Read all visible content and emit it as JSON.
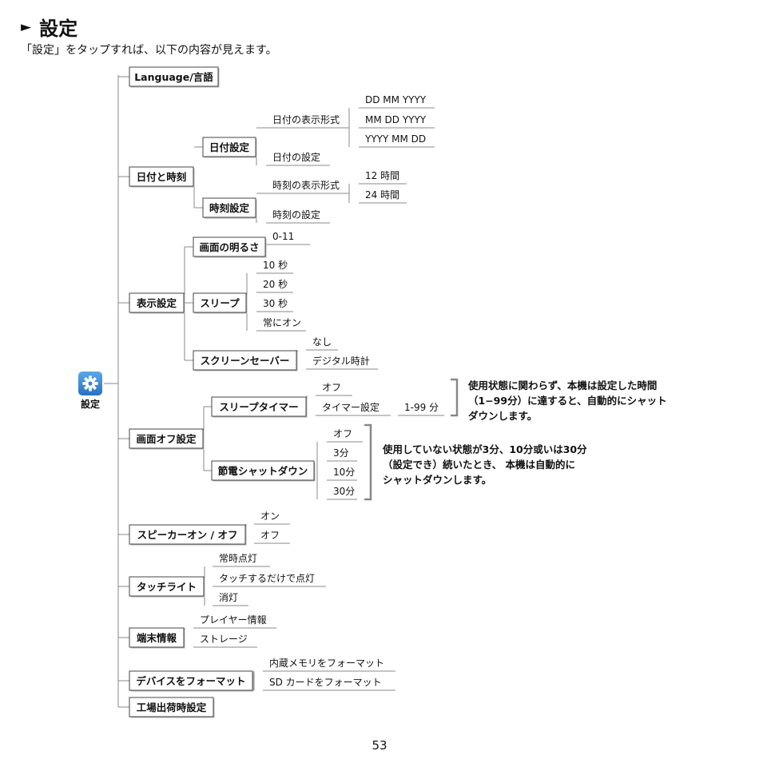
{
  "header": {
    "title": "設定"
  },
  "intro": "「設定」をタップすれば、以下の内容が見えます。",
  "root": {
    "label": "設定",
    "icon": "gear-icon"
  },
  "categories": {
    "language": "Language/言語",
    "datetime": {
      "label": "日付と時刻",
      "date": {
        "label": "日付設定",
        "format": "日付の表示形式",
        "formats": [
          "DD MM YYYY",
          "MM DD YYYY",
          "YYYY MM DD"
        ],
        "set": "日付の設定"
      },
      "time": {
        "label": "時刻設定",
        "format": "時刻の表示形式",
        "formats": [
          "12 時間",
          "24 時間"
        ],
        "set": "時刻の設定"
      }
    },
    "display": {
      "label": "表示設定",
      "brightness": {
        "label": "画面の明るさ",
        "range": "0-11"
      },
      "sleep": {
        "label": "スリープ",
        "options": [
          "10 秒",
          "20 秒",
          "30 秒",
          "常にオン"
        ]
      },
      "screensaver": {
        "label": "スクリーンセーバー",
        "options": [
          "なし",
          "デジタル時計"
        ]
      }
    },
    "screen_off": {
      "label": "画面オフ設定",
      "sleep_timer": {
        "label": "スリープタイマー",
        "options": [
          "オフ",
          "タイマー設定"
        ],
        "range": "1-99 分"
      },
      "auto_off": {
        "label": "節電シャットダウン",
        "options": [
          "オフ",
          "3分",
          "10分",
          "30分"
        ]
      },
      "note_timer": [
        "使用状態に関わらず、本機は設定した時間",
        "（1−99分）に達すると、自動的にシャット",
        "ダウンします。"
      ],
      "note_auto": [
        "使用していない状態が3分、10分或いは30分",
        "（設定でき）続いたとき、 本機は自動的に",
        "シャットダウンします。"
      ]
    },
    "speaker": {
      "label": "スピーカーオン / オフ",
      "options": [
        "オン",
        "オフ"
      ]
    },
    "touchlight": {
      "label": "タッチライト",
      "options": [
        "常時点灯",
        "タッチするだけで点灯",
        "消灯"
      ]
    },
    "device_info": {
      "label": "端末情報",
      "options": [
        "プレイヤー情報",
        "ストレージ"
      ]
    },
    "format": {
      "label": "デバイスをフォーマット",
      "options": [
        "内蔵メモリをフォーマット",
        "SD カードをフォーマット"
      ]
    },
    "factory": "工場出荷時設定"
  },
  "page_number": "53"
}
